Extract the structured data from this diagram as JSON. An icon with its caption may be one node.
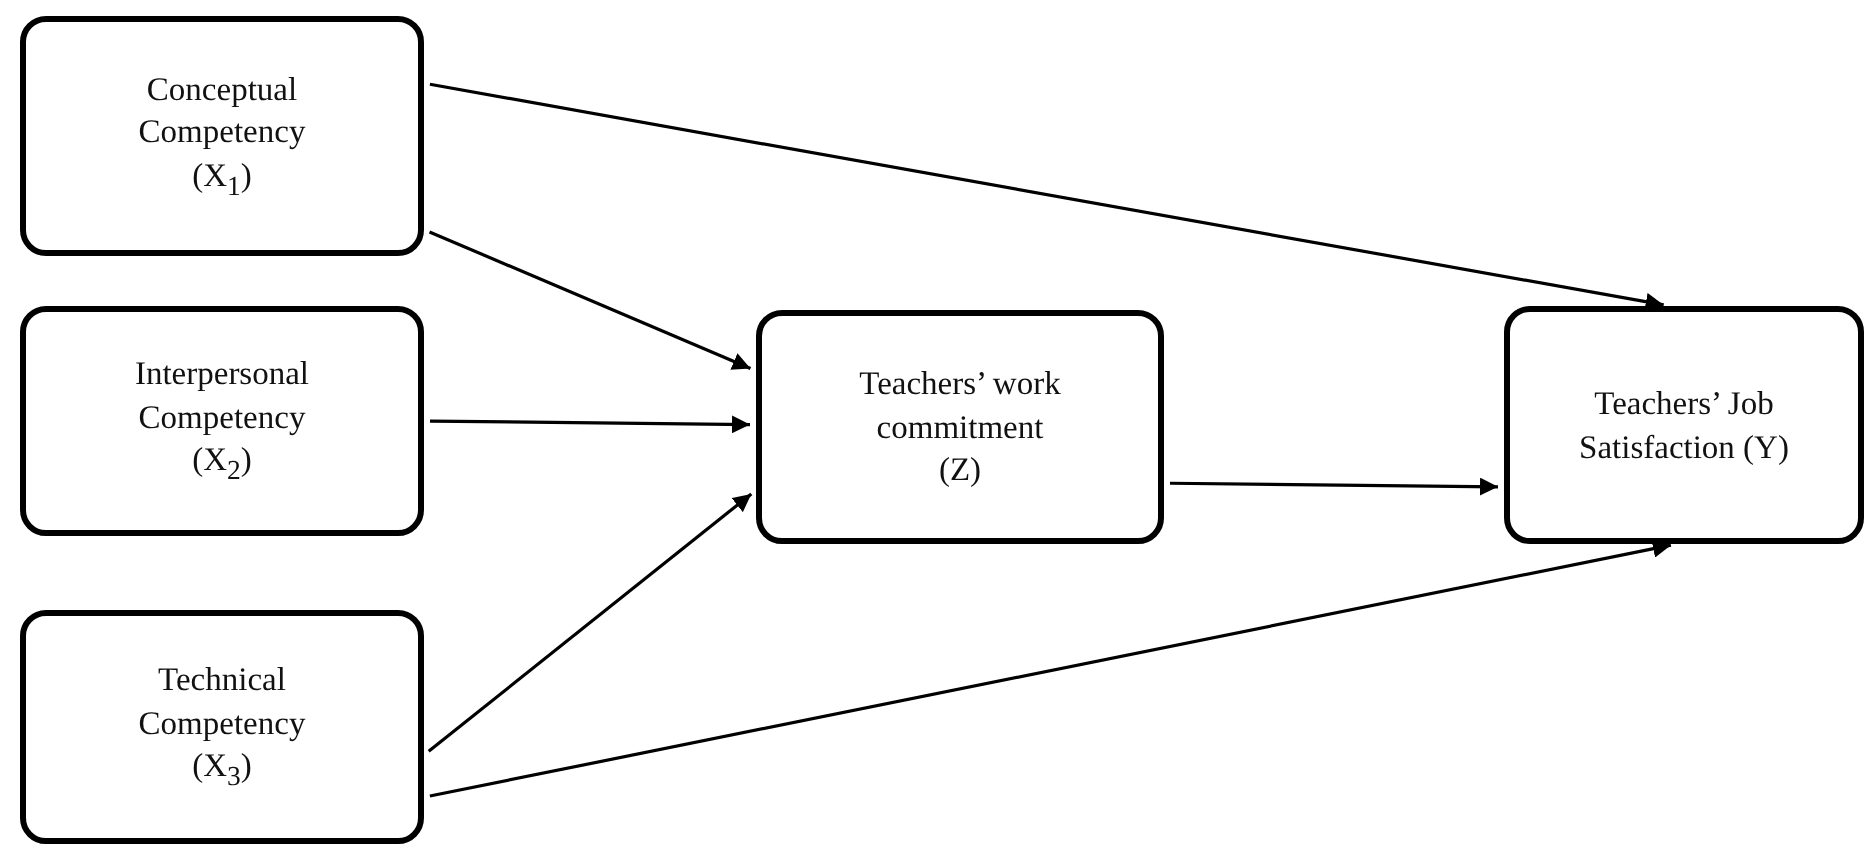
{
  "diagram": {
    "nodes": [
      {
        "text": [
          "Conceptual Competency (X$_{1}$)"
        ]
      },
      {
        "text": [
          "Interpersonal Competency (X$_{2}$)"
        ]
      },
      {
        "text": [
          "Technical Competency (X$_{3}$)"
        ]
      },
      {
        "text": [
          "Teachers’ work commitment (Z)"
        ]
      },
      {
        "text": [
          "Teachers’ Job Satisfaction (Y)"
        ]
      }
    ],
    "edges": [
      {
        "from": 0,
        "to": 3,
        "arrow": "to"
      },
      {
        "from": 0,
        "to": 4,
        "arrow": "to"
      },
      {
        "from": 1,
        "to": 3,
        "arrow": "to"
      },
      {
        "from": 2,
        "to": 3,
        "arrow": "to"
      },
      {
        "from": 2,
        "to": 4,
        "arrow": "to"
      },
      {
        "from": 3,
        "to": 4,
        "arrow": "to"
      }
    ]
  }
}
